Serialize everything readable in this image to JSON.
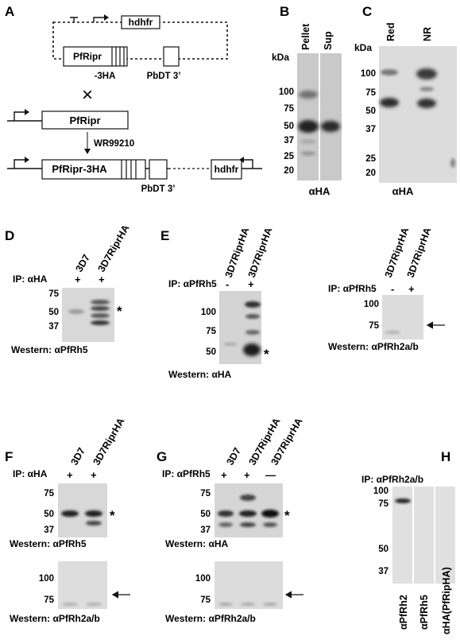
{
  "panels": {
    "A": {
      "letter": "A",
      "plasmid_hdhfr": "hdhfr",
      "plasmid_gene": "PfRipr",
      "plasmid_tag": "-3HA",
      "plasmid_utr": "PbDT 3’",
      "cross": "×",
      "locus_gene": "PfRipr",
      "drug": "WR99210",
      "result_gene": "PfRipr-3HA",
      "result_utr": "PbDT 3’",
      "result_hdhfr": "hdhfr"
    },
    "B": {
      "letter": "B",
      "lanes": [
        "Pellet",
        "Sup"
      ],
      "kda": "kDa",
      "markers": [
        "100",
        "75",
        "50",
        "37",
        "25",
        "20"
      ],
      "antibody": "αHA"
    },
    "C": {
      "letter": "C",
      "lanes": [
        "Red",
        "NR"
      ],
      "kda": "kDa",
      "markers": [
        "100",
        "75",
        "50",
        "37",
        "25",
        "20"
      ],
      "antibody": "αHA"
    },
    "D": {
      "letter": "D",
      "lanes": [
        "3D7",
        "3D7RiprHA"
      ],
      "ip_label": "IP: αHA",
      "ip_signs": [
        "+",
        "+"
      ],
      "markers": [
        "75",
        "50",
        "37"
      ],
      "asterisk": "*",
      "western": "Western: αPfRh5"
    },
    "E": {
      "letter": "E",
      "left": {
        "lanes": [
          "3D7RiprHA",
          "3D7RiprHA"
        ],
        "ip_label": "IP: αPfRh5",
        "ip_signs": [
          "-",
          "+"
        ],
        "markers": [
          "100",
          "75",
          "50"
        ],
        "asterisk": "*",
        "western": "Western:  αHA"
      },
      "right": {
        "lanes": [
          "3D7RiprHA",
          "3D7RiprHA"
        ],
        "ip_label": "IP: αPfRh5",
        "ip_signs": [
          "-",
          "+"
        ],
        "markers": [
          "100",
          "75"
        ],
        "western": "Western:  αPfRh2a/b"
      }
    },
    "F": {
      "letter": "F",
      "lanes": [
        "3D7",
        "3D7RiprHA"
      ],
      "ip_label": "IP: αHA",
      "ip_signs": [
        "+",
        "+"
      ],
      "markers_top": [
        "75",
        "50",
        "37"
      ],
      "asterisk": "*",
      "western_top": "Western:  αPfRh5",
      "markers_bottom": [
        "100",
        "75"
      ],
      "western_bottom": "Western:  αPfRh2a/b"
    },
    "G": {
      "letter": "G",
      "lanes": [
        "3D7",
        "3D7RiprHA",
        "3D7RiprHA"
      ],
      "ip_label": "IP: αPfRh5",
      "ip_signs": [
        "+",
        "+",
        "—"
      ],
      "markers_top": [
        "75",
        "50",
        "37"
      ],
      "asterisk": "*",
      "western_top": "Western:  αHA",
      "markers_bottom": [
        "100",
        "75"
      ],
      "western_bottom": "Western:  αPfRh2a/b"
    },
    "H": {
      "letter": "H",
      "ip_label": "IP: αPfRh2a/b",
      "markers": [
        "100",
        "75",
        "50",
        "37"
      ],
      "lanes": [
        "αPfRh2",
        "αPfRh5",
        "αHA(PfRipHA)"
      ]
    }
  }
}
